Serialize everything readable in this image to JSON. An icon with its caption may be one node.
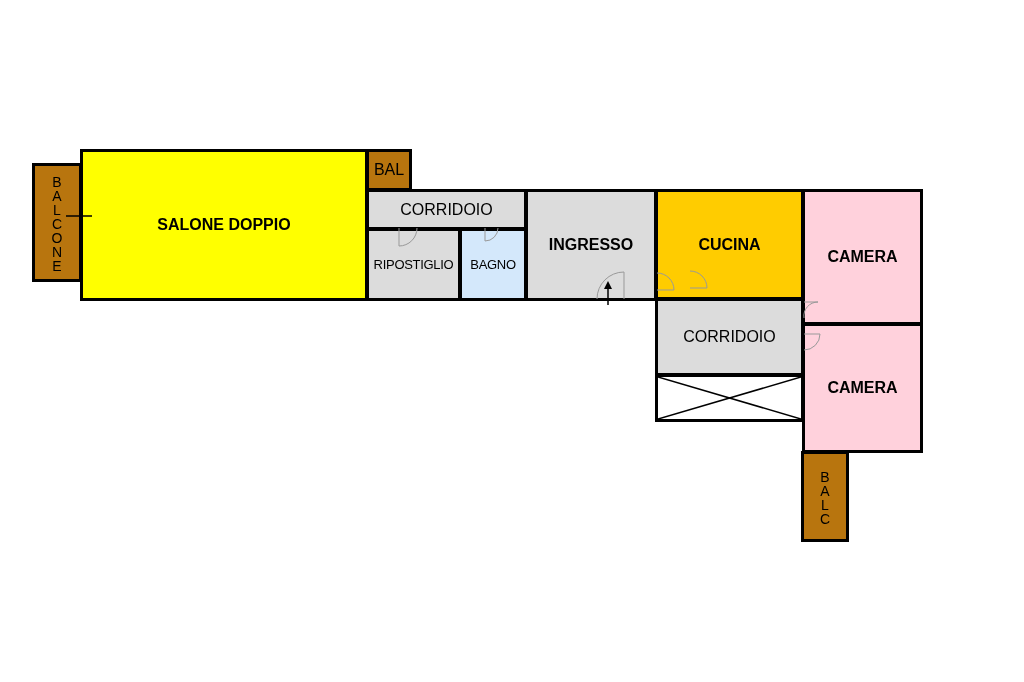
{
  "diagram": {
    "nodes": [
      {
        "text": [
          "BALCONE"
        ]
      },
      {
        "text": [
          "SALONE DOPPIO"
        ]
      },
      {
        "text": [
          "BAL"
        ]
      },
      {
        "text": [
          "CORRIDOIO"
        ]
      },
      {
        "text": [
          "RIPOSTIGLIO"
        ]
      },
      {
        "text": [
          "BAGNO"
        ]
      },
      {
        "text": [
          "INGRESSO"
        ]
      },
      {
        "text": [
          "CUCINA"
        ]
      },
      {
        "text": [
          "CAMERA"
        ]
      },
      {
        "text": [
          "CORRIDOIO"
        ]
      },
      {
        "text": [
          "CAMERA"
        ]
      },
      {
        "text": [],
        "shape": "box"
      },
      {
        "text": [
          "BALC"
        ]
      }
    ],
    "edges": []
  }
}
